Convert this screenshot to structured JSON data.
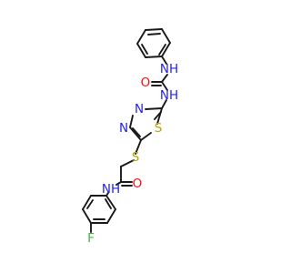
{
  "colors": {
    "bond": "#1a1a1a",
    "N": "#2121ff",
    "O": "#ff0d0d",
    "S": "#b5a800",
    "F": "#3fb83f",
    "background": "#ffffff"
  },
  "atoms": {
    "nh_urea_phenyl": "NH",
    "o_urea": "O",
    "nh_urea_thiadiazole": "NH",
    "n3_ring": "N",
    "n4_ring": "N",
    "s1_ring": "S",
    "s_thioether": "S",
    "o_amide": "O",
    "nh_amide": "NH",
    "f_substituent": "F"
  }
}
